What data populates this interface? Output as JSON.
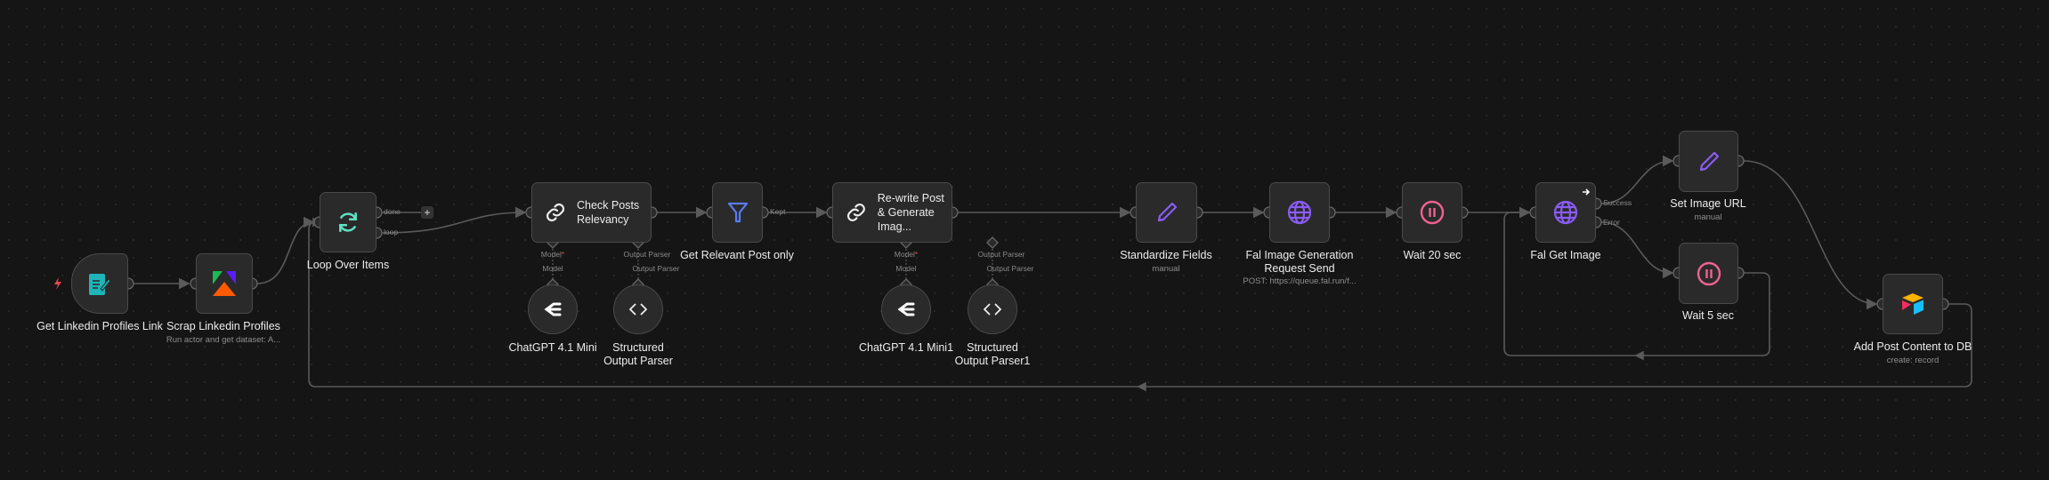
{
  "nodes": {
    "trigger": {
      "label": "Get Linkedin Profiles Link"
    },
    "scrap": {
      "label": "Scrap Linkedin Profiles",
      "subtitle": "Run actor and get dataset: A..."
    },
    "loop": {
      "label": "Loop Over Items",
      "out_done": "done",
      "out_loop": "loop"
    },
    "check": {
      "label": "Check Posts Relevancy",
      "conn_model": "Model",
      "conn_parser": "Output Parser"
    },
    "chatgpt1": {
      "label": "ChatGPT 4.1 Mini",
      "port": "Model"
    },
    "parser1": {
      "label": "Structured Output Parser",
      "port": "Output Parser"
    },
    "filter": {
      "label": "Get Relevant Post only",
      "out_kept": "Kept"
    },
    "rewrite": {
      "label": "Re-write Post & Generate Imag...",
      "conn_model": "Model",
      "conn_parser": "Output Parser"
    },
    "chatgpt2": {
      "label": "ChatGPT 4.1 Mini1",
      "port": "Model"
    },
    "parser2": {
      "label": "Structured Output Parser1",
      "port": "Output Parser"
    },
    "standardize": {
      "label": "Standardize Fields",
      "subtitle": "manual"
    },
    "falgen": {
      "label": "Fal Image Generation Request Send",
      "subtitle": "POST: https://queue.fal.run/f..."
    },
    "wait20": {
      "label": "Wait 20 sec"
    },
    "falget": {
      "label": "Fal Get Image",
      "out_success": "Success",
      "out_error": "Error"
    },
    "setimage": {
      "label": "Set Image URL",
      "subtitle": "manual"
    },
    "wait5": {
      "label": "Wait 5 sec"
    },
    "airtable": {
      "label": "Add Post Content to DB",
      "subtitle": "create: record"
    }
  },
  "required_marker": "*",
  "add_button": "+",
  "colors": {
    "bg": "#151515",
    "node": "#2a2a2a",
    "edge": "#5a5a5a",
    "loop": "#5ee0c0",
    "filter": "#5b7cf7",
    "purple": "#8b5cf6",
    "wait": "#f06292",
    "trigger": "#e5484d"
  }
}
